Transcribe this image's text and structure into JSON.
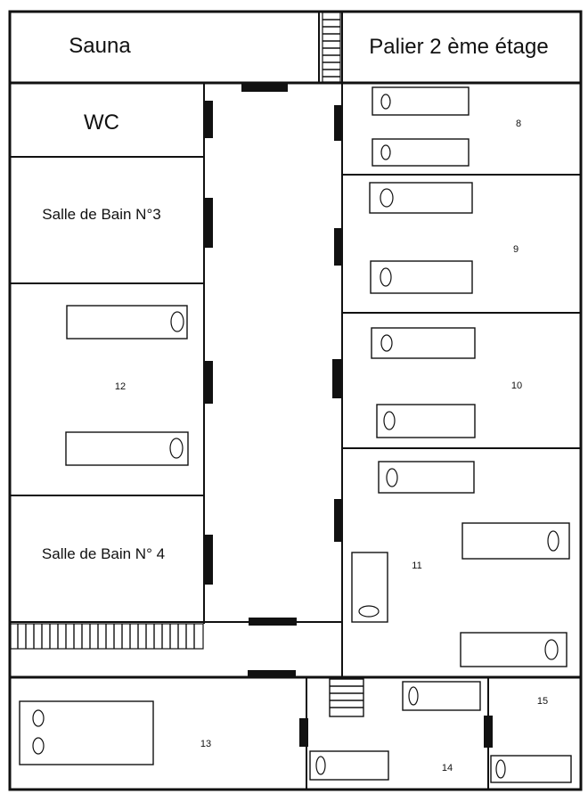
{
  "plan": {
    "rooms": {
      "sauna": "Sauna",
      "palier": "Palier 2 ème étage",
      "wc": "WC",
      "sdb3": "Salle de Bain N°3",
      "sdb4": "Salle de Bain N° 4",
      "r8": "8",
      "r9": "9",
      "r10": "10",
      "r11": "11",
      "r12": "12",
      "r13": "13",
      "r14": "14",
      "r15": "15"
    }
  }
}
